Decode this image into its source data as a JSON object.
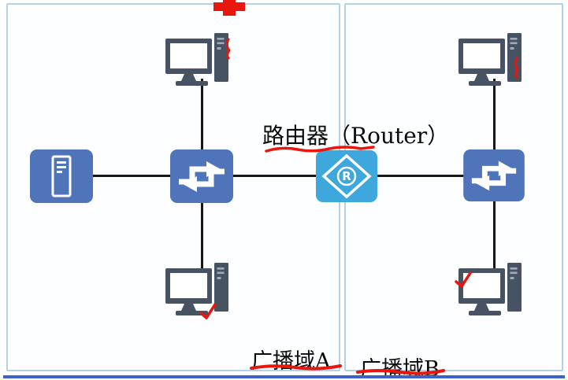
{
  "diagram": {
    "type": "network-topology",
    "labels": {
      "router_label": "路由器（Router）",
      "domain_a_label": "广播域A",
      "domain_b_label": "广播域B",
      "router_glyph": "R"
    },
    "colors": {
      "switch_server_blue": "#4f74b9",
      "router_blue": "#3ea7db",
      "computer_dark": "#475363",
      "connection_line": "#161616",
      "annotation_red": "#e8170e",
      "panel_border_blue": "#b4d2e6",
      "bottom_bar_blue": "#3a63c6"
    },
    "domains": [
      {
        "id": "A",
        "label": "广播域A",
        "nodes": [
          "server",
          "switch-a",
          "pc-a-top",
          "pc-a-bottom"
        ]
      },
      {
        "id": "B",
        "label": "广播域B",
        "nodes": [
          "switch-b",
          "pc-b-top",
          "pc-b-bottom"
        ]
      }
    ],
    "nodes": [
      {
        "id": "server",
        "type": "server"
      },
      {
        "id": "switch-a",
        "type": "switch"
      },
      {
        "id": "router",
        "type": "router",
        "label": "路由器（Router）"
      },
      {
        "id": "switch-b",
        "type": "switch"
      },
      {
        "id": "pc-a-top",
        "type": "computer"
      },
      {
        "id": "pc-a-bottom",
        "type": "computer"
      },
      {
        "id": "pc-b-top",
        "type": "computer"
      },
      {
        "id": "pc-b-bottom",
        "type": "computer"
      }
    ],
    "edges": [
      [
        "server",
        "switch-a"
      ],
      [
        "pc-a-top",
        "switch-a"
      ],
      [
        "pc-a-bottom",
        "switch-a"
      ],
      [
        "switch-a",
        "router"
      ],
      [
        "router",
        "switch-b"
      ],
      [
        "pc-b-top",
        "switch-b"
      ],
      [
        "pc-b-bottom",
        "switch-b"
      ]
    ],
    "annotations": {
      "red_cross_top": true,
      "red_underlines": [
        "router_label",
        "domain_a_label",
        "domain_b_label"
      ],
      "red_marks_on_computers": 4
    }
  }
}
